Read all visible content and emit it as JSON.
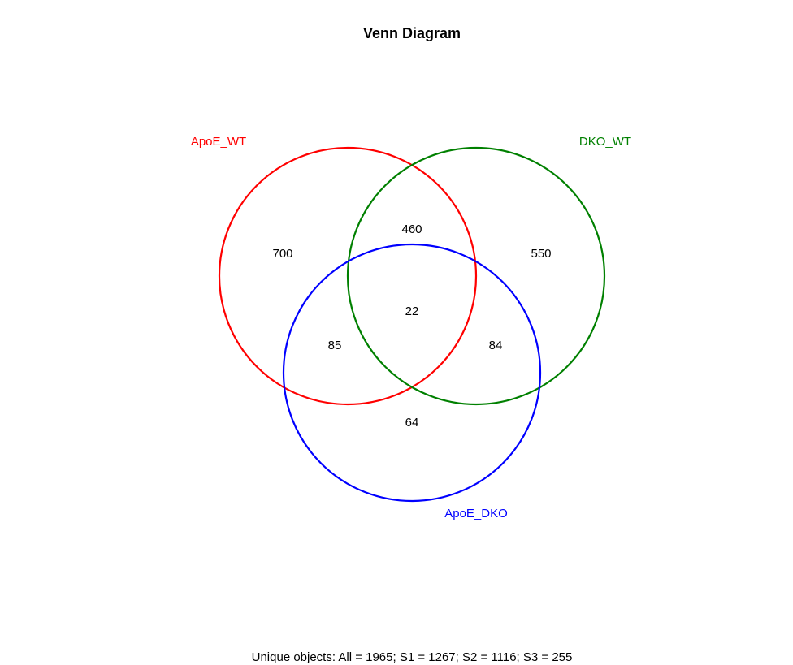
{
  "title": "Venn Diagram",
  "sets": [
    {
      "key": "s1",
      "name": "ApoE_WT",
      "color": "#ff0000"
    },
    {
      "key": "s2",
      "name": "DKO_WT",
      "color": "#008000"
    },
    {
      "key": "s3",
      "name": "ApoE_DKO",
      "color": "#0000ff"
    }
  ],
  "regions": {
    "only_s1": "700",
    "only_s2": "550",
    "only_s3": "64",
    "s1_s2": "460",
    "s1_s3": "85",
    "s2_s3": "84",
    "s1_s2_s3": "22"
  },
  "footer": "Unique objects: All = 1965; S1 = 1267; S2 = 1116; S3 = 255"
}
